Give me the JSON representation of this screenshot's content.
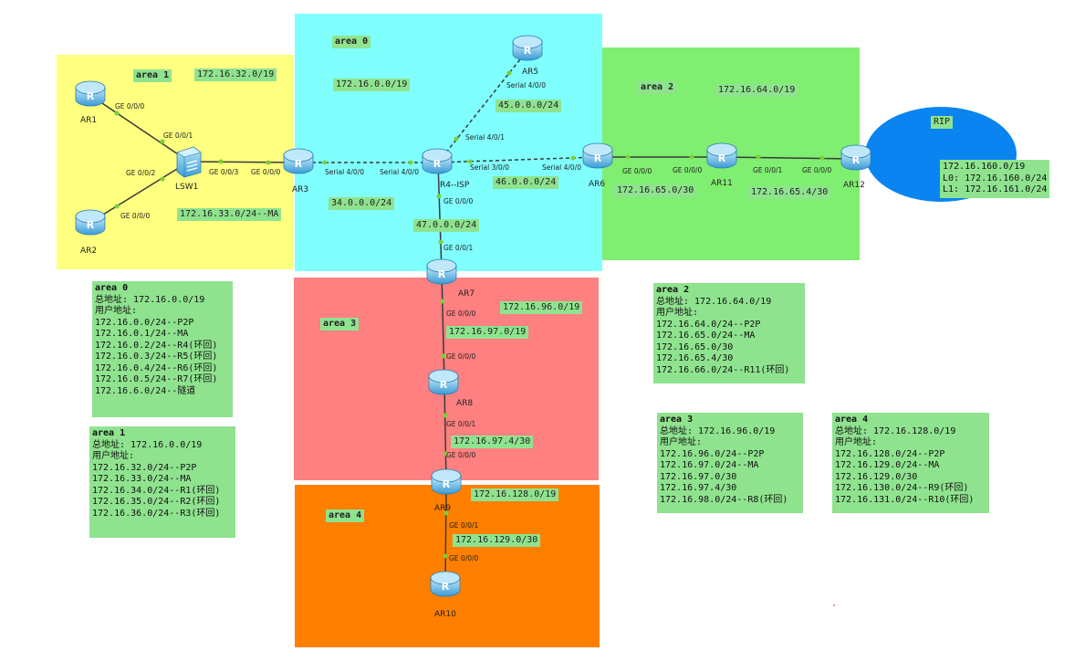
{
  "areas": {
    "area1": {
      "label": "area 1",
      "net": "172.16.32.0/19",
      "ma": "172.16.33.0/24--MA"
    },
    "area0": {
      "label": "area 0",
      "net": "172.16.0.0/19",
      "link_34": "34.0.0.0/24",
      "link_45": "45.0.0.0/24",
      "link_46": "46.0.0.0/24",
      "link_47": "47.0.0.0/24"
    },
    "area2": {
      "label": "area 2",
      "net": "172.16.64.0/19",
      "link_611": "172.16.65.0/30",
      "link_1112": "172.16.65.4/30"
    },
    "area3": {
      "label": "area 3",
      "net": "172.16.96.0/19",
      "link_78": "172.16.97.0/19",
      "link_89": "172.16.97.4/30"
    },
    "area4": {
      "label": "area 4",
      "net": "172.16.128.0/19",
      "link_910": "172.16.129.0/30"
    },
    "rip": {
      "label": "RIP",
      "lines": [
        "172.16.160.0/19",
        "L0: 172.16.160.0/24",
        "L1: 172.16.161.0/24"
      ]
    }
  },
  "devices": {
    "ar1": "AR1",
    "ar2": "AR2",
    "lsw1": "LSW1",
    "ar3": "AR3",
    "r4": "R4--ISP",
    "ar5": "AR5",
    "ar6": "AR6",
    "ar7": "AR7",
    "ar8": "AR8",
    "ar9": "AR9",
    "ar10": "AR10",
    "ar11": "AR11",
    "ar12": "AR12"
  },
  "interfaces": {
    "ar1_ge000": "GE 0/0/0",
    "lsw1_ge001": "GE 0/0/1",
    "lsw1_ge002": "GE 0/0/2",
    "ar2_ge000": "GE 0/0/0",
    "lsw1_ge003": "GE 0/0/3",
    "ar3_ge000": "GE 0/0/0",
    "ar3_s400": "Serial 4/0/0",
    "r4_s400": "Serial 4/0/0",
    "r4_s401": "Serial 4/0/1",
    "ar5_s400": "Serial 4/0/0",
    "r4_s300": "Serial 3/0/0",
    "ar6_s400": "Serial 4/0/0",
    "r4_ge000": "GE 0/0/0",
    "ar7_ge001": "GE 0/0/1",
    "ar6_ge000": "GE 0/0/0",
    "ar11_ge000": "GE 0/0/0",
    "ar11_ge001": "GE 0/0/1",
    "ar12_ge000": "GE 0/0/0",
    "ar7_ge000": "GE 0/0/0",
    "ar8_ge000": "GE 0/0/0",
    "ar8_ge001": "GE 0/0/1",
    "ar9_ge000": "GE 0/0/0",
    "ar9_ge001": "GE 0/0/1",
    "ar10_ge000": "GE 0/0/0"
  },
  "info_boxes": {
    "area0": [
      "area 0",
      "总地址: 172.16.0.0/19",
      "用户地址:",
      "172.16.0.0/24--P2P",
      "172.16.0.1/24--MA",
      "172.16.0.2/24--R4(环回)",
      "172.16.0.3/24--R5(环回)",
      "172.16.0.4/24--R6(环回)",
      "172.16.0.5/24--R7(环回)",
      "172.16.6.0/24--隧道"
    ],
    "area1": [
      "area 1",
      "总地址: 172.16.0.0/19",
      "用户地址:",
      "172.16.32.0/24--P2P",
      "172.16.33.0/24--MA",
      "172.16.34.0/24--R1(环回)",
      "172.16.35.0/24--R2(环回)",
      "172.16.36.0/24--R3(环回)"
    ],
    "area2": [
      "area 2",
      "总地址: 172.16.64.0/19",
      "用户地址:",
      "172.16.64.0/24--P2P",
      "172.16.65.0/24--MA",
      "172.16.65.0/30",
      "172.16.65.4/30",
      "172.16.66.0/24--R11(环回)"
    ],
    "area3": [
      "area 3",
      "总地址: 172.16.96.0/19",
      "用户地址:",
      "172.16.96.0/24--P2P",
      "172.16.97.0/24--MA",
      "172.16.97.0/30",
      "172.16.97.4/30",
      "172.16.98.0/24--R8(环回)"
    ],
    "area4": [
      "area 4",
      "总地址: 172.16.128.0/19",
      "用户地址:",
      "172.16.128.0/24--P2P",
      "172.16.129.0/24--MA",
      "172.16.129.0/30",
      "172.16.130.0/24--R9(环回)",
      "172.16.131.0/24--R10(环回)"
    ]
  },
  "colors": {
    "area1": "#ffff80",
    "area0": "#80ffff",
    "area2": "#80ee70",
    "area3": "#ff8080",
    "area4": "#ff8000",
    "rip": "#0a84f0",
    "label_bg": "#8fe38f",
    "router": "#5cb8e6"
  }
}
